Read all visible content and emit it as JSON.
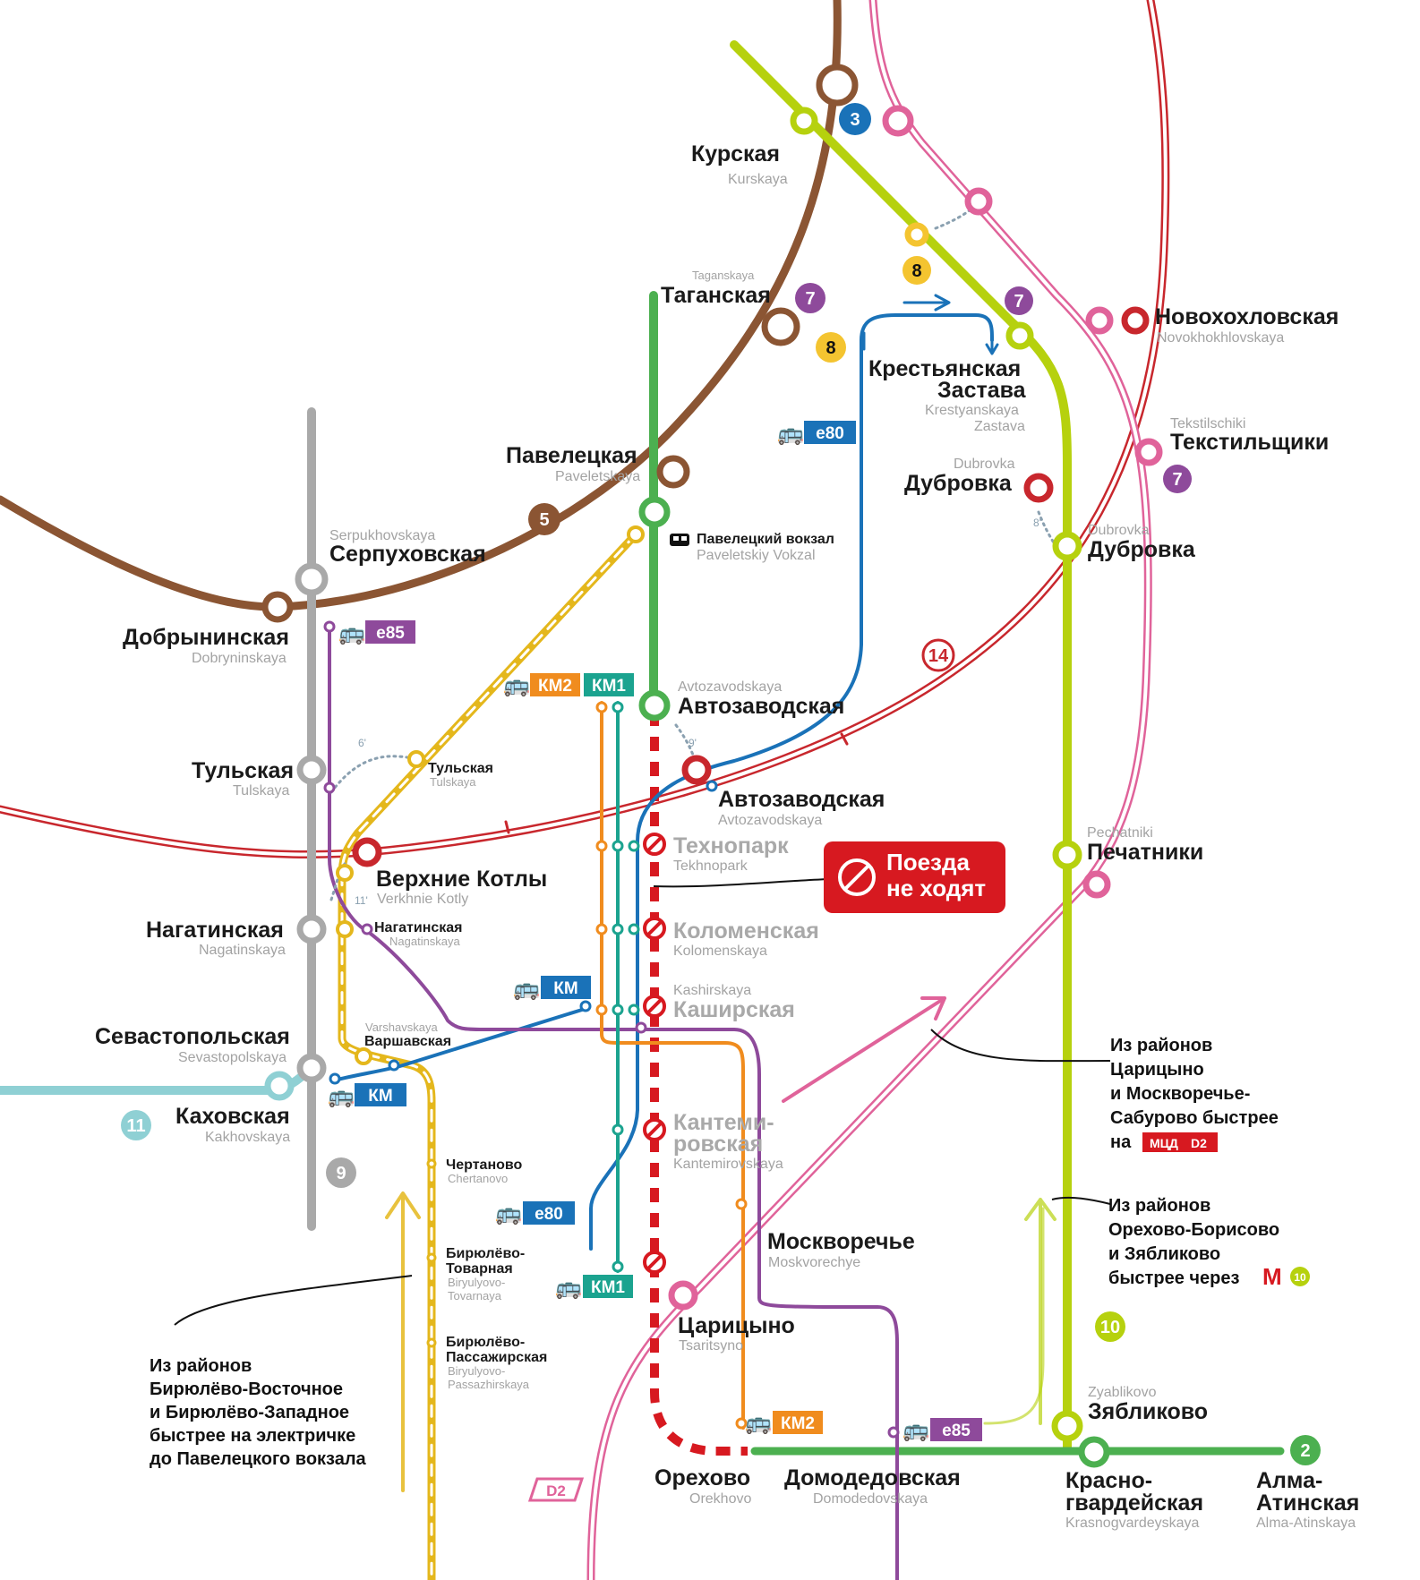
{
  "colors": {
    "line2": "#4cb050",
    "line3": "#1a72b8",
    "line5": "#8b5533",
    "line7": "#8e4a9b",
    "line8": "#f4c430",
    "line9": "#a9a9a9",
    "line10": "#b6d10e",
    "line11": "#8fd0d4",
    "line14": "#c8272d",
    "d2": "#e0639a",
    "rail": "#e4b71c",
    "closed": "#d71920",
    "bus_blue": "#1a72b8",
    "bus_purple": "#8e4a9b",
    "bus_orange": "#f08c1e",
    "bus_teal": "#1ba38f"
  },
  "line_numbers": {
    "l3": "3",
    "l8a": "8",
    "l7a": "7",
    "l8b": "8",
    "l7b": "7",
    "l5": "5",
    "l14": "14",
    "l7c": "7",
    "l11": "11",
    "l9": "9",
    "l10": "10",
    "l2": "2"
  },
  "stations": {
    "kurskaya": {
      "ru": "Курская",
      "en": "Kurskaya"
    },
    "taganskaya": {
      "ru": "Таганская",
      "en": "Taganskaya"
    },
    "novokhokhlovskaya": {
      "ru": "Новохохловская",
      "en": "Novokhokhlovskaya"
    },
    "krestyanskaya": {
      "ru1": "Крестьянская",
      "ru2": "Застава",
      "en1": "Krestyanskaya",
      "en2": "Zastava"
    },
    "tekstilshchiki": {
      "ru": "Текстильщики",
      "en": "Tekstilschiki"
    },
    "paveletskaya": {
      "ru": "Павелецкая",
      "en": "Paveletskaya"
    },
    "dubrovka14": {
      "ru": "Дубровка",
      "en": "Dubrovka"
    },
    "dubrovka10": {
      "ru": "Дубровка",
      "en": "Dubrovka"
    },
    "serpukhovskaya": {
      "ru": "Серпуховская",
      "en": "Serpukhovskaya"
    },
    "paveletsky_vokzal": {
      "ru": "Павелецкий вокзал",
      "en": "Paveletskiy Vokzal"
    },
    "dobryninskaya": {
      "ru": "Добрынинская",
      "en": "Dobryninskaya"
    },
    "avtozavodskaya2": {
      "ru": "Автозаводская",
      "en": "Avtozavodskaya"
    },
    "tulskaya": {
      "ru": "Тульская",
      "en": "Tulskaya"
    },
    "tulskaya_rail": {
      "ru": "Тульская",
      "en": "Tulskaya"
    },
    "avtozavodskaya14": {
      "ru": "Автозаводская",
      "en": "Avtozavodskaya"
    },
    "tekhnopark": {
      "ru": "Технопарк",
      "en": "Tekhnopark"
    },
    "verkhnie_kotly": {
      "ru": "Верхние Котлы",
      "en": "Verkhnie Kotly"
    },
    "pechatniki": {
      "ru": "Печатники",
      "en": "Pechatniki"
    },
    "nagatinskaya": {
      "ru": "Нагатинская",
      "en": "Nagatinskaya"
    },
    "nagatinskaya_rail": {
      "ru": "Нагатинская",
      "en": "Nagatinskaya"
    },
    "kolomenskaya": {
      "ru": "Коломенская",
      "en": "Kolomenskaya"
    },
    "kashirskaya": {
      "ru": "Каширская",
      "en": "Kashirskaya"
    },
    "sevastopolskaya": {
      "ru": "Севастопольская",
      "en": "Sevastopolskaya"
    },
    "varshavskaya": {
      "ru": "Варшавская",
      "en": "Varshavskaya"
    },
    "kakhovskaya": {
      "ru": "Каховская",
      "en": "Kakhovskaya"
    },
    "kantemirovskaya": {
      "ru1": "Кантеми-",
      "ru2": "ровская",
      "en": "Kantemirovskaya"
    },
    "chertanovo": {
      "ru": "Чертаново",
      "en": "Chertanovo"
    },
    "moskvorechye": {
      "ru": "Москворечье",
      "en": "Moskvorechye"
    },
    "biryulyovo_tov": {
      "ru1": "Бирюлёво-",
      "ru2": "Товарная",
      "en1": "Biryulyovo-",
      "en2": "Tovarnaya"
    },
    "tsaritsyno": {
      "ru": "Царицыно",
      "en": "Tsaritsyno"
    },
    "biryulyovo_pass": {
      "ru1": "Бирюлёво-",
      "ru2": "Пассажирская",
      "en1": "Biryulyovo-",
      "en2": "Passazhirskaya"
    },
    "zyablikovo": {
      "ru": "Зябликово",
      "en": "Zyablikovo"
    },
    "orekhovo": {
      "ru": "Орехово",
      "en": "Orekhovo"
    },
    "domodedovskaya": {
      "ru": "Домодедовская",
      "en": "Domodedovskaya"
    },
    "krasnogvardeyskaya": {
      "ru1": "Красно-",
      "ru2": "гвардейская",
      "en": "Krasnogvardeyskaya"
    },
    "alma_atinskaya": {
      "ru1": "Алма-",
      "ru2": "Атинская",
      "en": "Alma-Atinskaya"
    }
  },
  "buses": {
    "e80_top": "е80",
    "e85_top": "е85",
    "km2_top": "КМ2",
    "km1_top": "КМ1",
    "km_mid": "КМ",
    "km_left": "КМ",
    "e80_bottom": "е80",
    "km1_bottom": "КМ1",
    "km2_bottom": "КМ2",
    "e85_bottom": "е85"
  },
  "transfer_times": {
    "t1": "6'",
    "t2": "9'",
    "t3": "8'",
    "t4": "11'"
  },
  "warning": {
    "line1": "Поезда",
    "line2": "не ходят"
  },
  "notes": {
    "biryulyovo": [
      "Из районов",
      "Бирюлёво-Восточное",
      "и Бирюлёво-Западное",
      "быстрее на электричке",
      "до Павелецкого вокзала"
    ],
    "tsaritsyno": [
      "Из районов",
      "Царицыно",
      "и Москворечье-",
      "Сабурово быстрее",
      "на"
    ],
    "orekhovo": [
      "Из районов",
      "Орехово-Борисово",
      "и Зябликово",
      "быстрее через"
    ]
  },
  "mcd_badge": {
    "mcd": "МЦД",
    "d2": "D2"
  },
  "d2_label": "D2",
  "m_logo": "М",
  "m_line": "10"
}
